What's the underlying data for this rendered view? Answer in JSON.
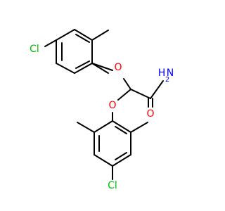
{
  "molecule": {
    "colors": {
      "bond": "#000000",
      "carbon": "#000000",
      "oxygen": "#ff0000",
      "nitrogen": "#0000ff",
      "chlorine": "#00c000"
    },
    "atoms": {
      "cl_top": "Cl",
      "o_top": "O",
      "nh2_n": "N",
      "nh2_h": "H",
      "nh2_sub": "2",
      "o_carbonyl": "O",
      "o_bottom": "O",
      "cl_bottom": "Cl"
    }
  }
}
